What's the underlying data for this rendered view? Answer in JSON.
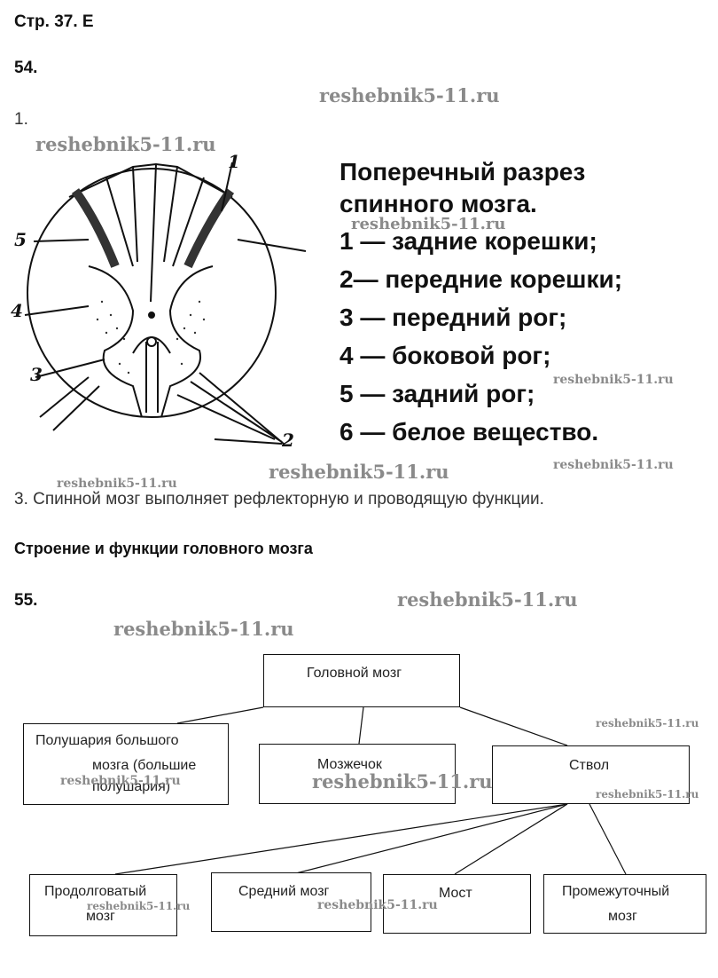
{
  "header": {
    "page_ref": "Стр. 37. Е"
  },
  "task54": {
    "number": "54.",
    "item1": "1.",
    "item3": "3. Спинной мозг выполняет рефлекторную и проводящую функции.",
    "figure_labels": [
      "1",
      "5",
      "4",
      "3",
      "2"
    ],
    "legend": {
      "title1": "Поперечный разрез",
      "title2": "спинного  мозга.",
      "lines": [
        "1 — задние корешки;",
        "2— передние корешки;",
        "3 — передний рог;",
        "4 — боковой  рог;",
        "5 — задний  рог;",
        "6 — белое  вещество."
      ]
    }
  },
  "section": {
    "title": "Строение и функции головного мозга"
  },
  "task55": {
    "number": "55.",
    "root": "Головной мозг",
    "hemispheres_line1": "Полушария большого",
    "hemispheres_line2": "мозга (большие",
    "hemispheres_line3": "полушария)",
    "cerebellum": "Мозжечок",
    "stem": "Ствол",
    "medulla_line1": "Продолговатый",
    "medulla_line2": "мозг",
    "midbrain": "Средний мозг",
    "pons": "Мост",
    "diencephalon_line1": "Промежуточный",
    "diencephalon_line2": "мозг"
  },
  "watermark": "reshebnik5-11.ru"
}
